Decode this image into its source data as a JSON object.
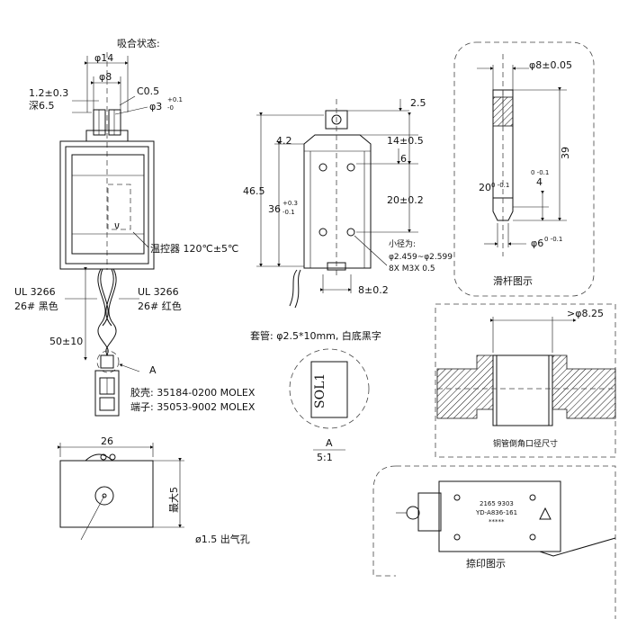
{
  "front": {
    "state_title": "吸合状态:",
    "dim_phi14": "φ14",
    "dim_phi8": "φ8",
    "dim_12": "1.2±0.3",
    "dim_depth": "深6.5",
    "dim_c05": "C0.5",
    "dim_phi3": "φ3",
    "dim_phi3_tol_upper": "+0.1",
    "dim_phi3_tol_lower": "-0",
    "thermostat": "温控器 120℃±5℃",
    "wire_left_type": "UL 3266",
    "wire_left_color": "26# 黑色",
    "wire_right_type": "UL 3266",
    "wire_right_color": "26# 红色",
    "dim_50": "50±10",
    "detail_ref": "A",
    "housing": "胶壳: 35184-0200 MOLEX",
    "terminal": "端子: 35053-9002 MOLEX"
  },
  "side": {
    "dim_25": "2.5",
    "dim_42": "4.2",
    "dim_14": "14±0.5",
    "dim_6": "6",
    "dim_465": "46.5",
    "dim_36": "36",
    "dim_36_tol_upper": "+0.3",
    "dim_36_tol_lower": "-0.1",
    "dim_20": "20±0.2",
    "hole_title": "小径为:",
    "hole_range": "φ2.459~φ2.599",
    "hole_spec": "8X M3X 0.5",
    "dim_8": "8±0.2"
  },
  "plunger": {
    "dim_phi8": "φ8±0.05",
    "dim_39": "39",
    "dim_20": "20",
    "dim_20_tol": "0 -0.1",
    "dim_4": "4",
    "dim_4_tol": "0 -0.1",
    "dim_phi6": "φ6",
    "dim_phi6_tol": "0 -0.1",
    "caption": "滑杆图示"
  },
  "sleeve": {
    "text": "套管: φ2.5*10mm, 白底黑字",
    "label": "SOL1",
    "ref": "A",
    "scale": "5:1"
  },
  "bottom": {
    "dim_26": "26",
    "dim_max5": "最大5",
    "vent": "ø1.5 出气孔"
  },
  "copper": {
    "dim": ">φ8.25",
    "caption": "铜管倒角口径尺寸"
  },
  "print": {
    "line1": "2165 9303",
    "line2": "YD-A836-161",
    "line3": "*****",
    "caption": "捺印图示"
  },
  "colors": {
    "line": "#111111",
    "background": "#ffffff"
  }
}
